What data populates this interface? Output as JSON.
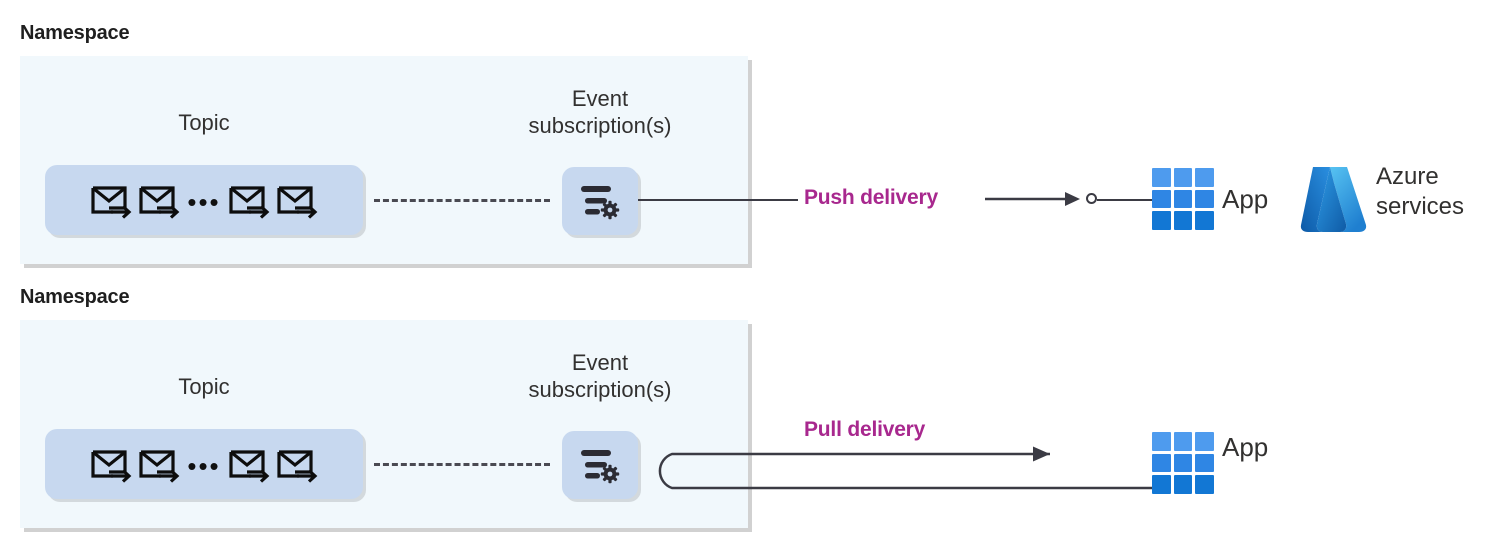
{
  "diagram": {
    "title_hidden": "Azure Event Grid namespace push and pull delivery",
    "rows": [
      {
        "namespace_label": "Namespace",
        "topic_label": "Topic",
        "subscription_label": "Event\nsubscription(s)",
        "delivery_label": "Push delivery",
        "app_label": "App",
        "envelope_count": 4,
        "ellipsis": "•••",
        "mode": "push"
      },
      {
        "namespace_label": "Namespace",
        "topic_label": "Topic",
        "subscription_label": "Event\nsubscription(s)",
        "delivery_label": "Pull delivery",
        "app_label": "App",
        "envelope_count": 4,
        "ellipsis": "•••",
        "mode": "pull"
      }
    ],
    "azure": {
      "label": "Azure\nservices",
      "logo_name": "azure-logo"
    },
    "icons": {
      "envelope": "envelope-with-arrow-icon",
      "subscription": "filter-settings-icon",
      "app": "app-grid-icon"
    },
    "colors": {
      "namespace_fill": "#f1f8fc",
      "topic_fill": "#c7d8ef",
      "delivery_text": "#a8288e",
      "line": "#3b3b44",
      "app_blue_light": "#4b9aee",
      "app_blue_dark": "#1277d4",
      "azure_blue_dark": "#0f5ba6",
      "azure_blue_light": "#46b3ec"
    }
  }
}
